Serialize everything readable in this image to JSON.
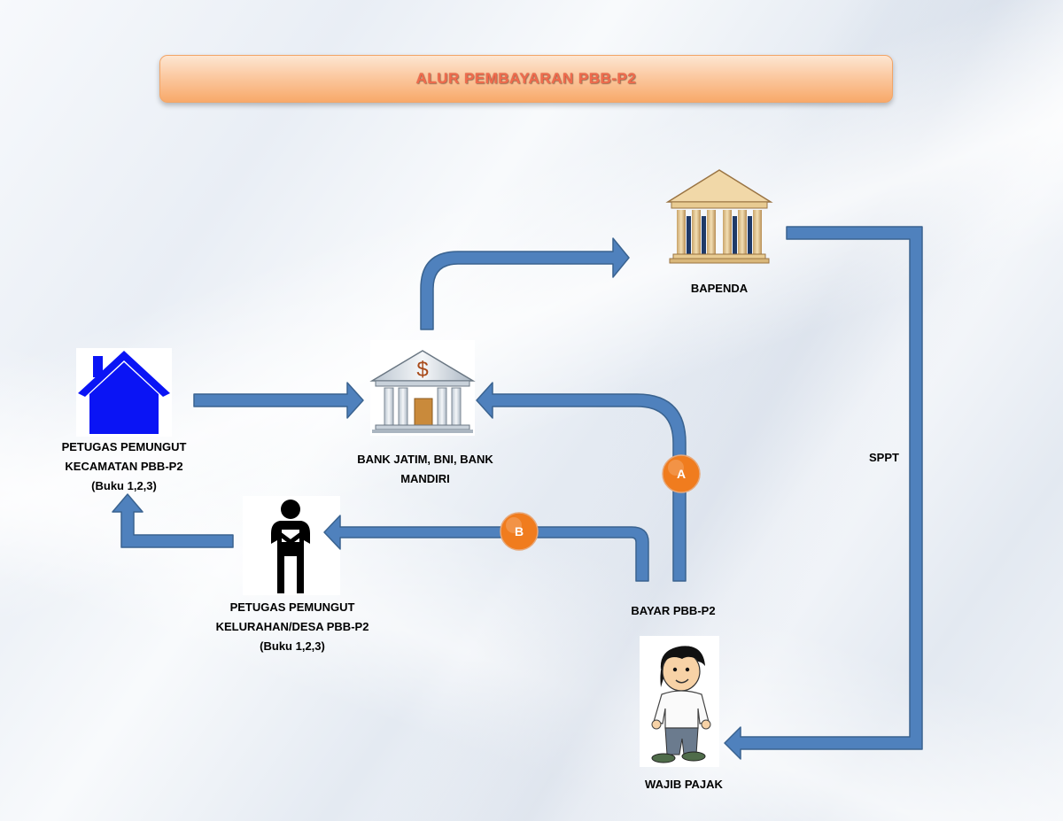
{
  "title": "ALUR PEMBAYARAN PBB-P2",
  "nodes": {
    "bapenda": {
      "label": "BAPENDA"
    },
    "bank": {
      "line1": "BANK JATIM, BNI, BANK",
      "line2": "MANDIRI"
    },
    "petugas_kecamatan": {
      "line1": "PETUGAS PEMUNGUT",
      "line2": "KECAMATAN PBB-P2",
      "line3": "(Buku 1,2,3)"
    },
    "petugas_kelurahan": {
      "line1": "PETUGAS PEMUNGUT",
      "line2": "KELURAHAN/DESA PBB-P2",
      "line3": "(Buku 1,2,3)"
    },
    "bayar": {
      "label": "BAYAR PBB-P2"
    },
    "wajib_pajak": {
      "label": "WAJIB PAJAK"
    }
  },
  "edges": {
    "sppt_label": "SPPT",
    "badge_a": "A",
    "badge_b": "B"
  },
  "colors": {
    "arrow_fill": "#4f81bd",
    "arrow_stroke": "#3a6390",
    "badge": "#f07c1e",
    "house": "#0a14f5",
    "title_text": "#f06b4d"
  }
}
